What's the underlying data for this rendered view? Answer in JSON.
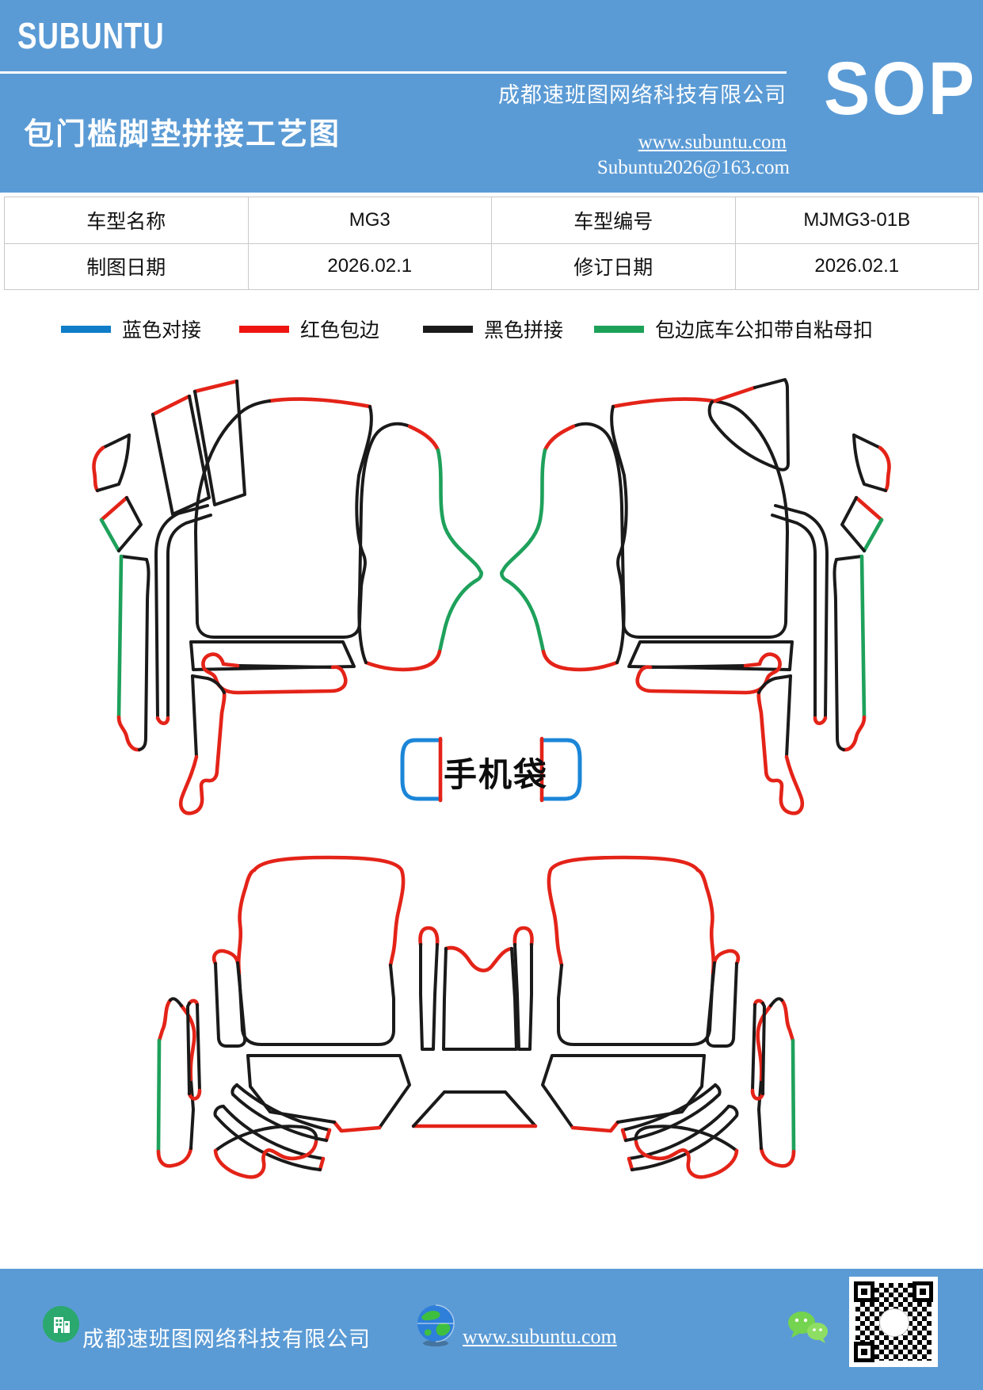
{
  "header": {
    "brand": "SUBUNTU",
    "company": "成都速班图网络科技有限公司",
    "title": "包门槛脚垫拼接工艺图",
    "website": "www.subuntu.com",
    "email": "Subuntu2026@163.com",
    "sop": "SOP",
    "bg_color": "#5b9bd5"
  },
  "info_table": {
    "rows": [
      [
        "车型名称",
        "MG3",
        "车型编号",
        "MJMG3-01B"
      ],
      [
        "制图日期",
        "2026.02.1",
        "修订日期",
        "2026.02.1"
      ]
    ]
  },
  "legend": {
    "items": [
      {
        "label": "蓝色对接",
        "color": "#0f7dc8"
      },
      {
        "label": "红色包边",
        "color": "#ee1511"
      },
      {
        "label": "黑色拼接",
        "color": "#1a1a1a"
      },
      {
        "label": "包边底车公扣带自粘母扣",
        "color": "#1da159"
      }
    ]
  },
  "diagram": {
    "phone_bag_label": "手机袋",
    "stroke_colors": {
      "black_join": "#1a1a1a",
      "red_binding": "#e42318",
      "green_buckle": "#1ea15b",
      "blue_butt": "#1b86d8"
    }
  },
  "footer": {
    "company": "成都速班图网络科技有限公司",
    "website": "www.subuntu.com",
    "bg_color": "#5b9bd5"
  }
}
